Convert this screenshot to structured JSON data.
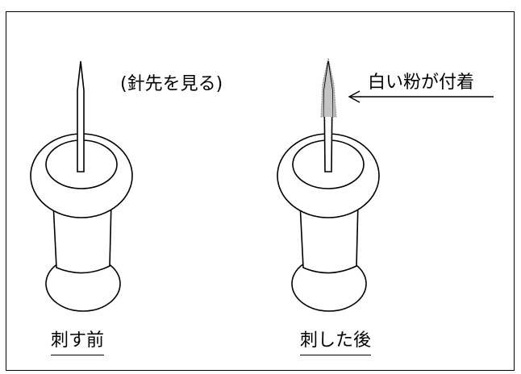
{
  "labels": {
    "needle_tip_note": "(針先を見る)",
    "powder_note": "白い粉が付着",
    "before_caption": "刺す前",
    "after_caption": "刺した後"
  },
  "colors": {
    "stroke": "#000000",
    "powder": "#b8b8b8",
    "background": "#ffffff"
  }
}
